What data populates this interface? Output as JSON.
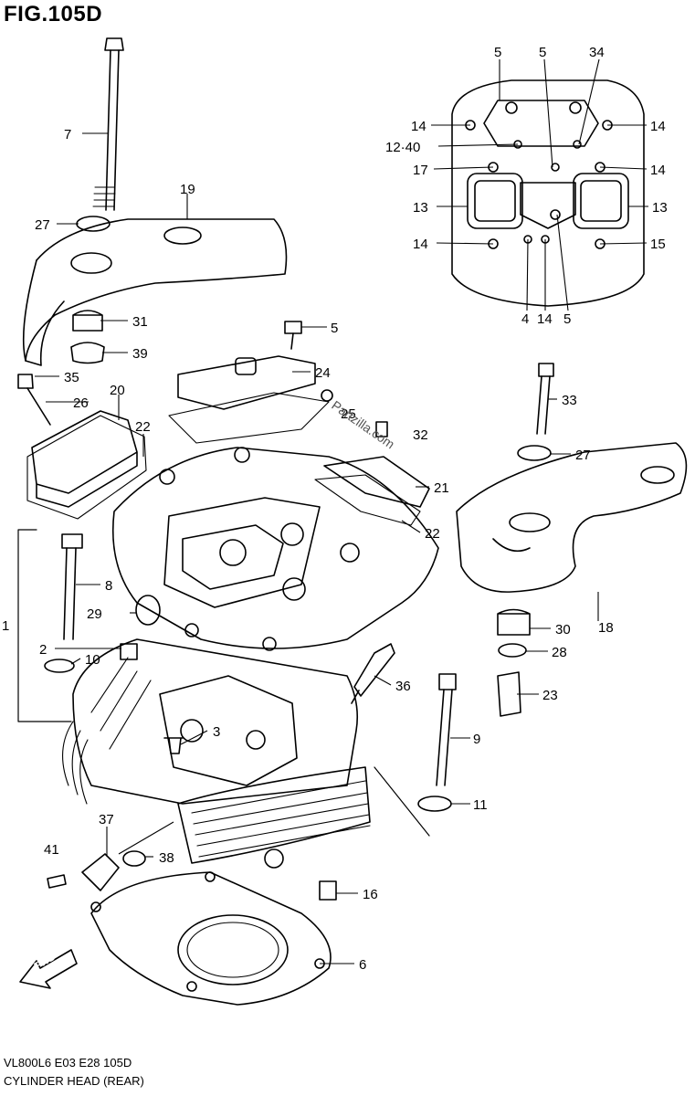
{
  "figure": {
    "title": "FIG.105D",
    "footer_code": "VL800L6  E03  E28  105D",
    "footer_name": "CYLINDER HEAD (REAR)",
    "fwd_label": "FWD",
    "watermark": "Partzilla.com"
  },
  "callouts": {
    "c1": "1",
    "c2": "2",
    "c3": "3",
    "c4": "4",
    "c5a": "5",
    "c5b": "5",
    "c5c": "5",
    "c5d": "5",
    "c6": "6",
    "c7": "7",
    "c8": "8",
    "c9": "9",
    "c10": "10",
    "c11": "11",
    "c12_40": "12·40",
    "c13a": "13",
    "c13b": "13",
    "c14a": "14",
    "c14b": "14",
    "c14c": "14",
    "c14d": "14",
    "c14e": "14",
    "c15": "15",
    "c16": "16",
    "c17": "17",
    "c18": "18",
    "c19": "19",
    "c20": "20",
    "c21": "21",
    "c22a": "22",
    "c22b": "22",
    "c23": "23",
    "c24": "24",
    "c25": "25",
    "c26": "26",
    "c27a": "27",
    "c27b": "27",
    "c28": "28",
    "c29": "29",
    "c30": "30",
    "c31": "31",
    "c32": "32",
    "c33": "33",
    "c34": "34",
    "c35": "35",
    "c36": "36",
    "c37": "37",
    "c38": "38",
    "c39": "39",
    "c41": "41"
  }
}
